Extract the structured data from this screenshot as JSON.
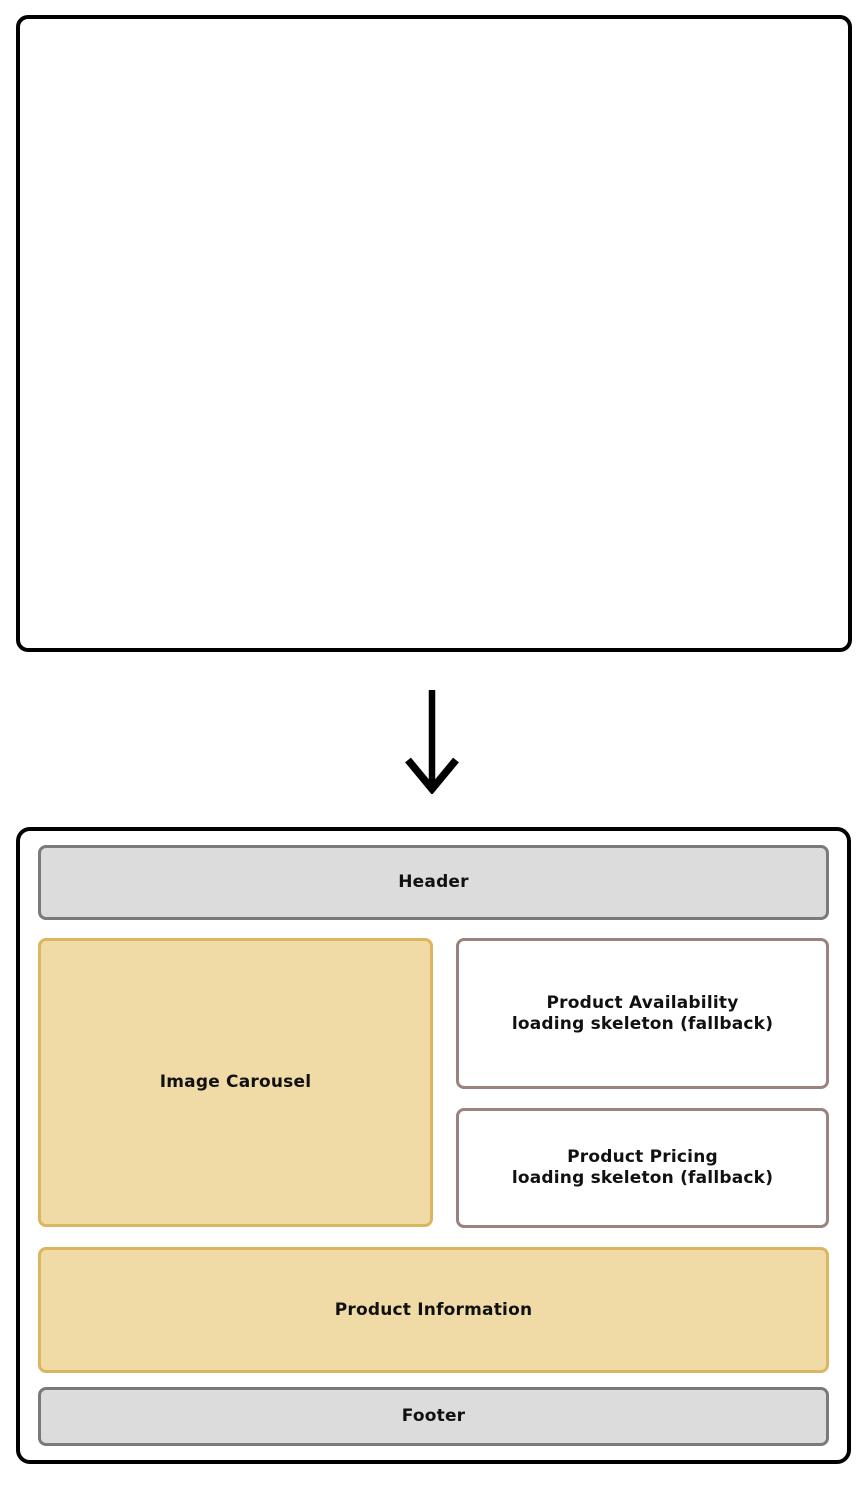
{
  "diagram": {
    "before": {
      "description": "empty page wireframe"
    },
    "arrow": {
      "direction": "down"
    },
    "after": {
      "header": {
        "label": "Header"
      },
      "image_carousel": {
        "label": "Image Carousel"
      },
      "product_availability": {
        "label": "Product Availability",
        "sublabel": "loading skeleton (fallback)"
      },
      "product_pricing": {
        "label": "Product Pricing",
        "sublabel": "loading skeleton (fallback)"
      },
      "product_information": {
        "label": "Product Information"
      },
      "footer": {
        "label": "Footer"
      }
    }
  },
  "colors": {
    "frame_border": "#000000",
    "section_gray_fill": "#dcdcdc",
    "section_gray_border": "#7a7a7a",
    "section_tan_fill": "#f0dba6",
    "section_tan_border": "#dcb55f",
    "skeleton_fill": "#ffffff",
    "skeleton_border": "#9a837e",
    "text": "#111111"
  }
}
